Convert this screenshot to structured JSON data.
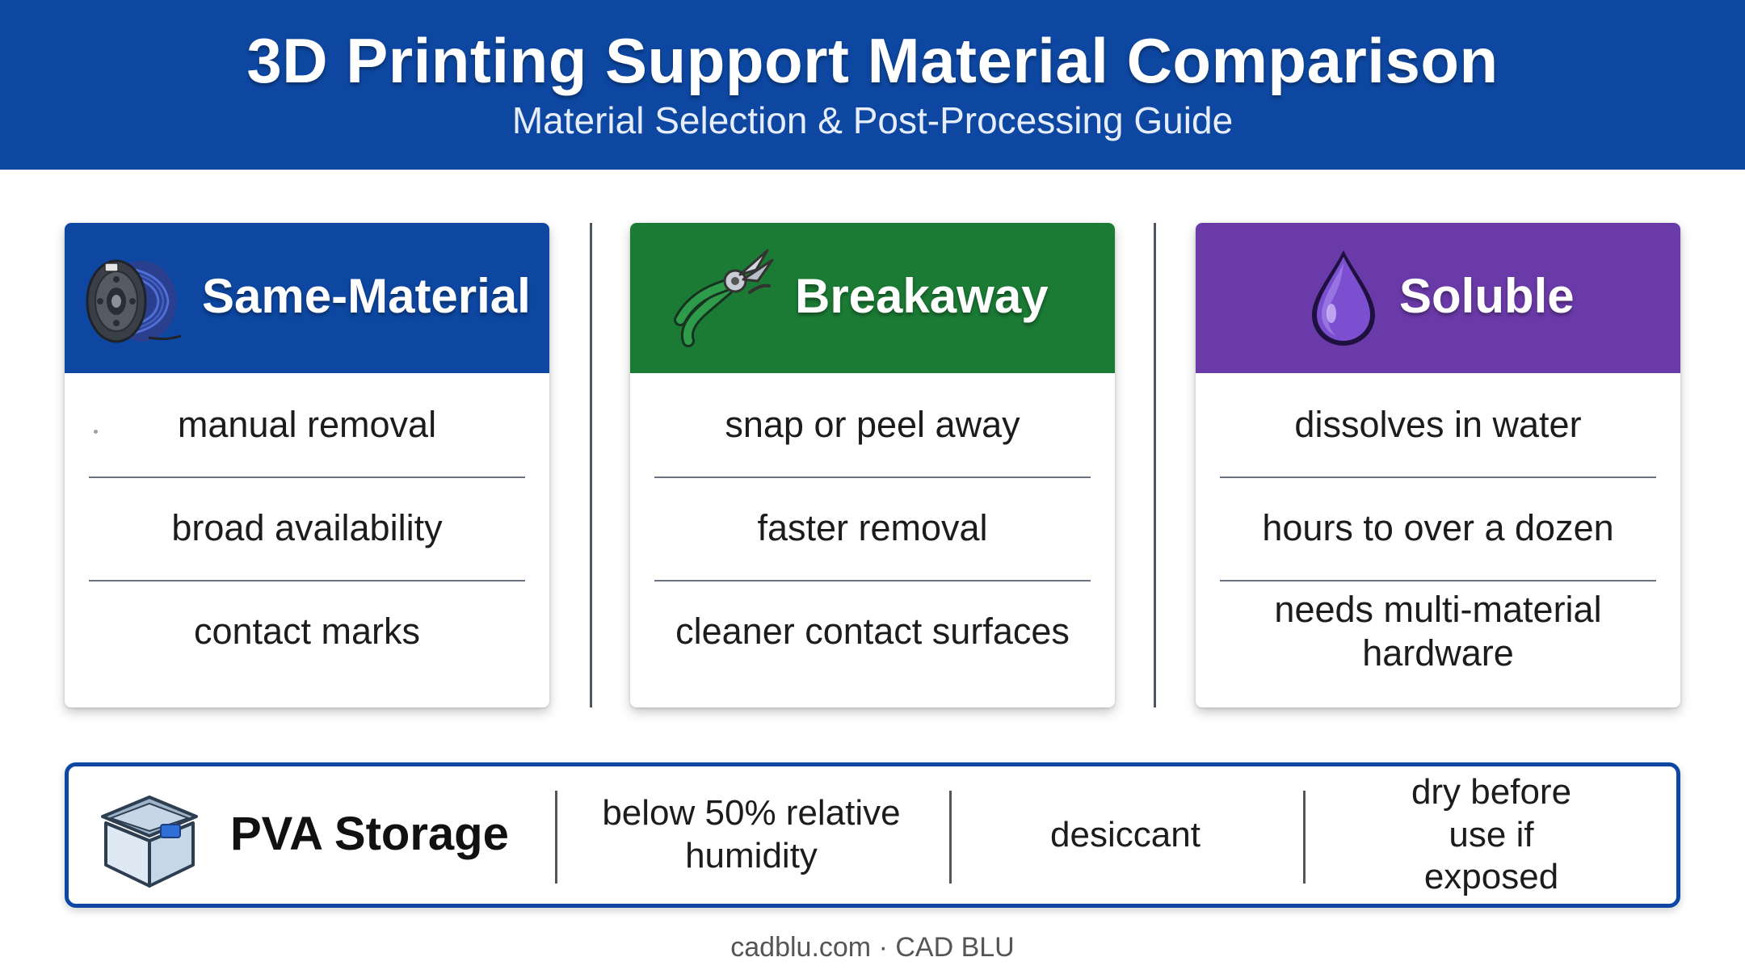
{
  "header": {
    "title": "3D Printing Support Material Comparison",
    "subtitle": "Material Selection & Post-Processing Guide"
  },
  "cards": [
    {
      "label": "Same-Material",
      "icon": "filament-spool-icon",
      "color": "#0d47a1",
      "items": [
        "manual removal",
        "broad availability",
        "contact marks"
      ]
    },
    {
      "label": "Breakaway",
      "icon": "pliers-icon",
      "color": "#1b7a34",
      "items": [
        "snap or peel away",
        "faster removal",
        "cleaner contact surfaces"
      ]
    },
    {
      "label": "Soluble",
      "icon": "water-drop-icon",
      "color": "#6a3aa8",
      "items": [
        "dissolves in water",
        "hours to over a dozen",
        "needs multi-material hardware"
      ]
    }
  ],
  "storage": {
    "title": "PVA Storage",
    "icon": "storage-box-icon",
    "items": [
      "below 50% relative humidity",
      "desiccant",
      "dry before use if exposed"
    ]
  },
  "footer": "cadblu.com · CAD BLU"
}
